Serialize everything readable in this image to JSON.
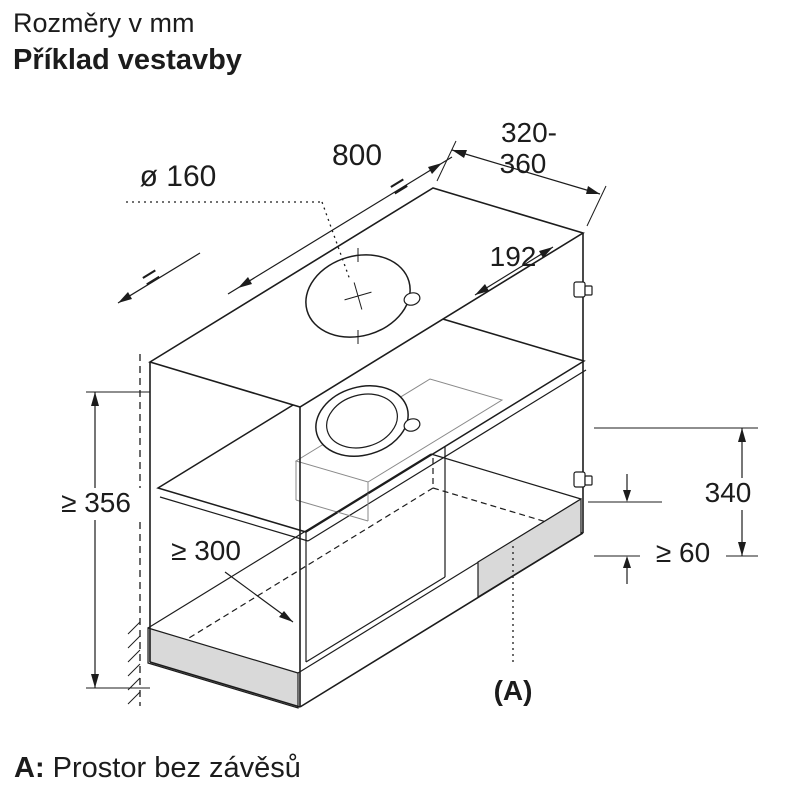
{
  "page": {
    "title_line1": "Rozměry v mm",
    "title_line2": "Příklad vestavby",
    "footer_prefix": "A:",
    "footer_text": "Prostor bez závěsů"
  },
  "dimensions": {
    "hole_diameter": "ø 160",
    "cabinet_width": "800",
    "cabinet_depth_line1": "320-",
    "cabinet_depth_line2": "360",
    "hole_to_edge": "192",
    "niche_height": "≥ 356",
    "min_clearance": "≥ 300",
    "hood_height": "340",
    "visor_min_height": "≥ 60",
    "area_marker": "(A)",
    "equal_mark": "="
  },
  "colors": {
    "line": "#1c1c1c",
    "shade": "#d9d9d9",
    "background": "#ffffff"
  }
}
